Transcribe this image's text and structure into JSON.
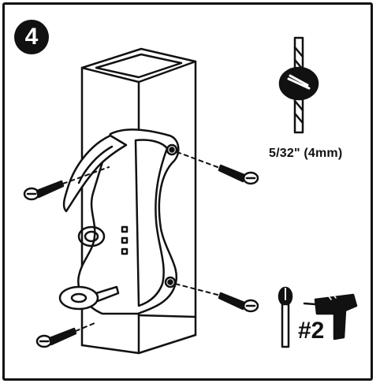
{
  "step": {
    "number": "4"
  },
  "drill_bit": {
    "label": "5/32\" (4mm)",
    "icon": "drill-bit-icon"
  },
  "screwdriver": {
    "label": "#2",
    "icon": "screwdriver-icon"
  },
  "colors": {
    "ink": "#111111",
    "background": "#ffffff"
  }
}
